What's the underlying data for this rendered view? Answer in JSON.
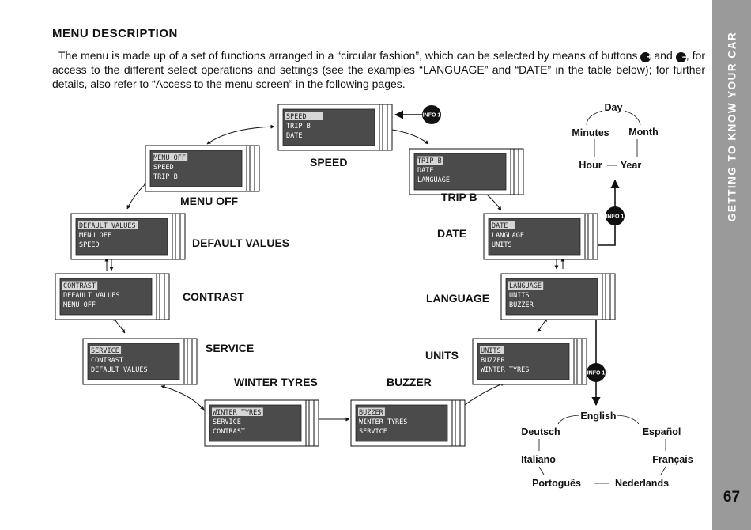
{
  "sidebar": {
    "title": "GETTING TO KNOW YOUR CAR",
    "page_number": "67"
  },
  "heading": "MENU DESCRIPTION",
  "intro": {
    "part1": "The menu is made up of a set of functions arranged in a “circular fashion”, which can be selected by means of buttons ",
    "plus_symbol": "+",
    "and": " and ",
    "minus_symbol": "−",
    "part2": ", for access to the different select operations and settings (see the examples “LANGUAGE” and “DATE” in the table below); for further details, also refer to “Access to the menu screen” in the following pages."
  },
  "info_badge": "INFO 1",
  "screens": [
    {
      "id": "speed",
      "label": "SPEED",
      "lines": [
        "SPEED",
        "TRIP B",
        "DATE"
      ]
    },
    {
      "id": "trip-b",
      "label": "TRIP B",
      "lines": [
        "TRIP B",
        "DATE",
        "LANGUAGE"
      ]
    },
    {
      "id": "date",
      "label": "DATE",
      "lines": [
        "DATE",
        "LANGUAGE",
        "UNITS"
      ]
    },
    {
      "id": "language",
      "label": "LANGUAGE",
      "lines": [
        "LANGUAGE",
        "UNITS",
        "BUZZER"
      ]
    },
    {
      "id": "units",
      "label": "UNITS",
      "lines": [
        "UNITS",
        "BUZZER",
        "WINTER TYRES"
      ]
    },
    {
      "id": "buzzer",
      "label": "BUZZER",
      "lines": [
        "BUZZER",
        "WINTER TYRES",
        "SERVICE"
      ]
    },
    {
      "id": "winter-tyres",
      "label": "WINTER TYRES",
      "lines": [
        "WINTER TYRES",
        "SERVICE",
        "CONTRAST"
      ]
    },
    {
      "id": "service",
      "label": "SERVICE",
      "lines": [
        "SERVICE",
        "CONTRAST",
        "DEFAULT VALUES"
      ]
    },
    {
      "id": "contrast",
      "label": "CONTRAST",
      "lines": [
        "CONTRAST",
        "DEFAULT VALUES",
        "MENU OFF"
      ]
    },
    {
      "id": "default-values",
      "label": "DEFAULT VALUES",
      "lines": [
        "DEFAULT VALUES",
        "MENU OFF",
        "SPEED"
      ]
    },
    {
      "id": "menu-off",
      "label": "MENU OFF",
      "lines": [
        "MENU OFF",
        "SPEED",
        "TRIP B"
      ]
    }
  ],
  "date_options": [
    "Day",
    "Month",
    "Year",
    "Hour",
    "Minutes"
  ],
  "language_options": [
    "English",
    "Español",
    "Français",
    "Nederlands",
    "Portoguês",
    "Italiano",
    "Deutsch"
  ]
}
